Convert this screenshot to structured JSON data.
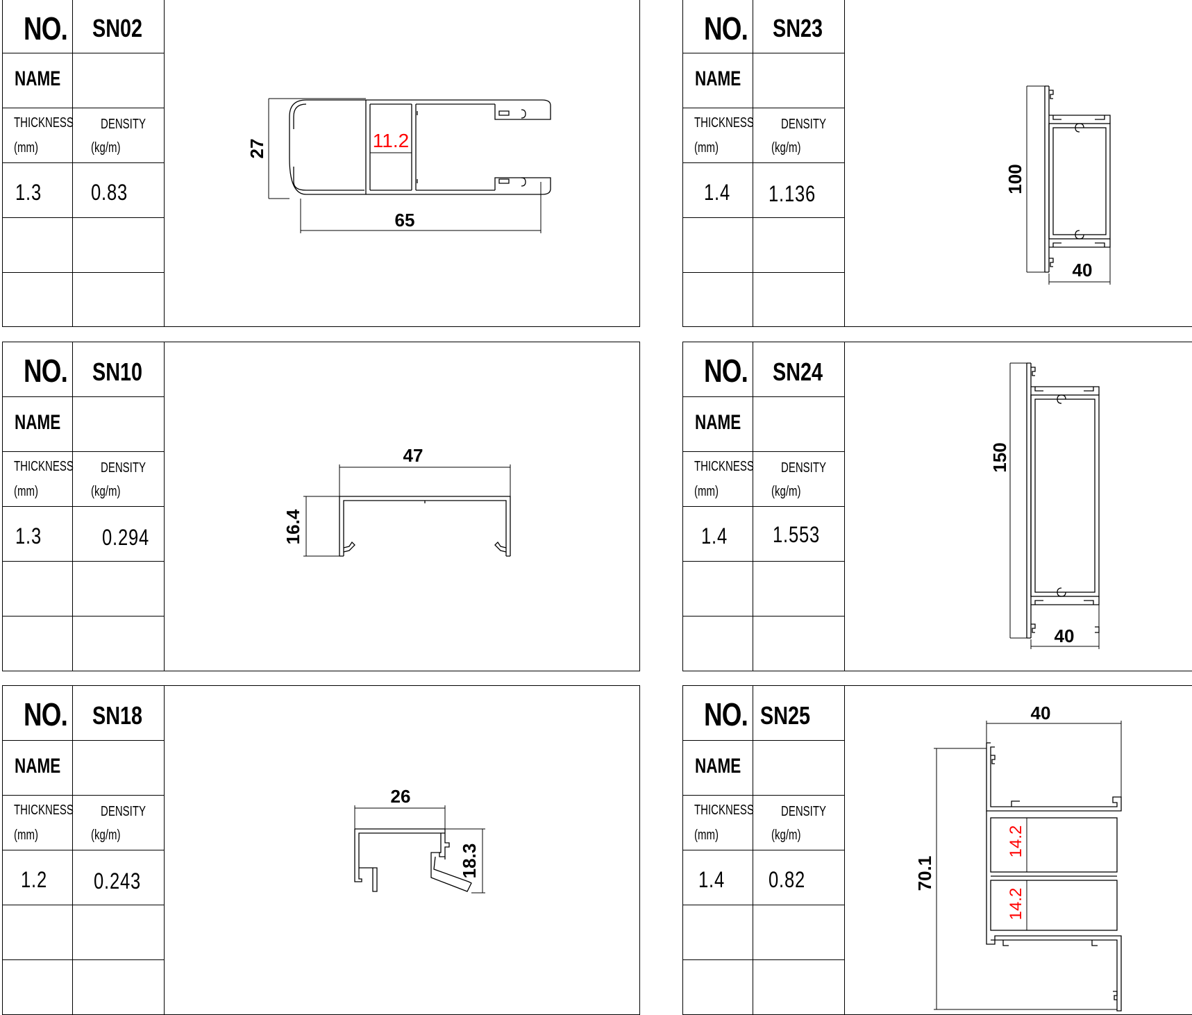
{
  "labels": {
    "no": "NO.",
    "name": "NAME",
    "thickness": "THICKNESS",
    "thickness_unit": "(mm)",
    "density": "DENSITY",
    "density_unit": "(kg/m)"
  },
  "profiles": [
    {
      "no": "SN02",
      "thickness": "1.3",
      "density": "0.83",
      "dims": {
        "width": "65",
        "height": "27",
        "inner": "11.2"
      }
    },
    {
      "no": "SN23",
      "thickness": "1.4",
      "density": "1.136",
      "dims": {
        "height": "100",
        "width": "40"
      }
    },
    {
      "no": "SN10",
      "thickness": "1.3",
      "density": "0.294",
      "dims": {
        "width": "47",
        "height": "16.4"
      }
    },
    {
      "no": "SN24",
      "thickness": "1.4",
      "density": "1.553",
      "dims": {
        "height": "150",
        "width": "40"
      }
    },
    {
      "no": "SN18",
      "thickness": "1.2",
      "density": "0.243",
      "dims": {
        "width": "26",
        "height": "18.3"
      }
    },
    {
      "no": "SN25",
      "thickness": "1.4",
      "density": "0.82",
      "dims": {
        "width": "40",
        "height": "70.1",
        "inner_a": "14.2",
        "inner_b": "14.2"
      }
    }
  ],
  "colors": {
    "line": "#000000",
    "highlight": "#ff0000"
  }
}
